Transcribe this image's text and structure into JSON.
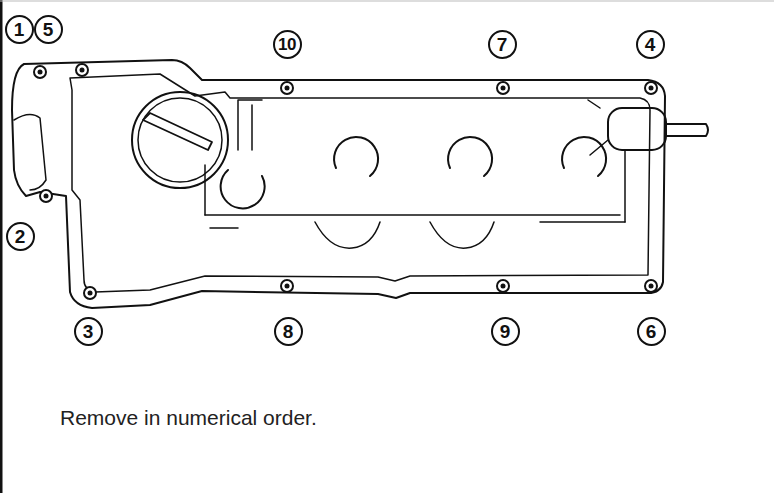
{
  "diagram": {
    "caption": "Remove in numerical order.",
    "labels": [
      "1",
      "5",
      "10",
      "7",
      "4",
      "2",
      "3",
      "8",
      "9",
      "6"
    ]
  }
}
